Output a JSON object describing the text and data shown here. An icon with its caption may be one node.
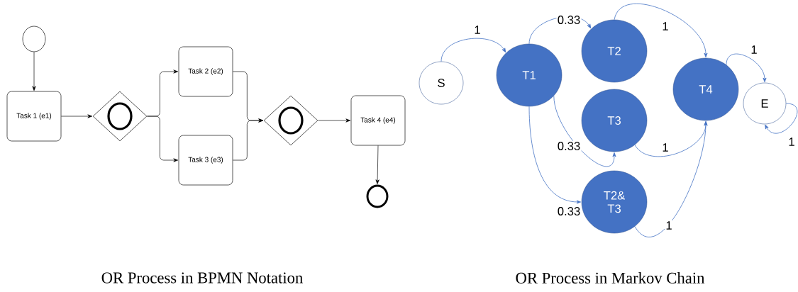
{
  "diagram": {
    "nodes": [
      {
        "text": [],
        "shape": "circle"
      },
      {
        "text": [
          "Task 1 (e1)"
        ]
      },
      {
        "text": [],
        "shape": "diamond"
      },
      {
        "text": [
          "Task 2 (e2)"
        ]
      },
      {
        "text": [
          "Task 3 (e3)"
        ]
      },
      {
        "text": [],
        "shape": "diamond"
      },
      {
        "text": [
          "Task 4 (e4)"
        ]
      },
      {
        "text": [],
        "shape": "circle"
      },
      {
        "text": [
          "S"
        ]
      },
      {
        "text": [
          "T1"
        ]
      },
      {
        "text": [
          "T2"
        ]
      },
      {
        "text": [
          "T3"
        ]
      },
      {
        "text": [
          "T2& T3"
        ]
      },
      {
        "text": [
          "T4"
        ]
      },
      {
        "text": [
          "E"
        ]
      }
    ],
    "edges": [
      {
        "from": 0,
        "to": 1,
        "arrow": "to",
        "color": "#000000"
      },
      {
        "from": 1,
        "to": 2,
        "arrow": "to",
        "color": "#000000"
      },
      {
        "from": 2,
        "to": 3,
        "arrow": "to",
        "color": "#000000"
      },
      {
        "from": 2,
        "to": 4,
        "arrow": "to",
        "color": "#000000"
      },
      {
        "from": 3,
        "to": 5,
        "arrow": "to",
        "color": "#000000"
      },
      {
        "from": 4,
        "to": 5,
        "arrow": "to",
        "color": "#000000"
      },
      {
        "from": 5,
        "to": 6,
        "arrow": "to",
        "color": "#000000"
      },
      {
        "from": 6,
        "to": 7,
        "arrow": "to",
        "color": "#000000"
      },
      {
        "from": 8,
        "to": 9,
        "arrow": "to",
        "label": "1"
      },
      {
        "from": 9,
        "to": 10,
        "arrow": "to",
        "label": "0.33"
      },
      {
        "from": 9,
        "to": 11,
        "arrow": "to",
        "label": "0.33"
      },
      {
        "from": 9,
        "to": 12,
        "arrow": "to",
        "label": "0.33"
      },
      {
        "from": 10,
        "to": 13,
        "arrow": "to",
        "label": "1"
      },
      {
        "from": 11,
        "to": 13,
        "arrow": "to",
        "label": "1"
      },
      {
        "from": 12,
        "to": 13,
        "arrow": "to",
        "label": "1"
      },
      {
        "from": 13,
        "to": 14,
        "arrow": "to",
        "label": "1"
      },
      {
        "from": 14,
        "to": 14,
        "arrow": "to",
        "label": "1"
      }
    ],
    "labels": [
      "OR Process in BPMN Notation",
      "OR Process in Markov Chain"
    ]
  }
}
